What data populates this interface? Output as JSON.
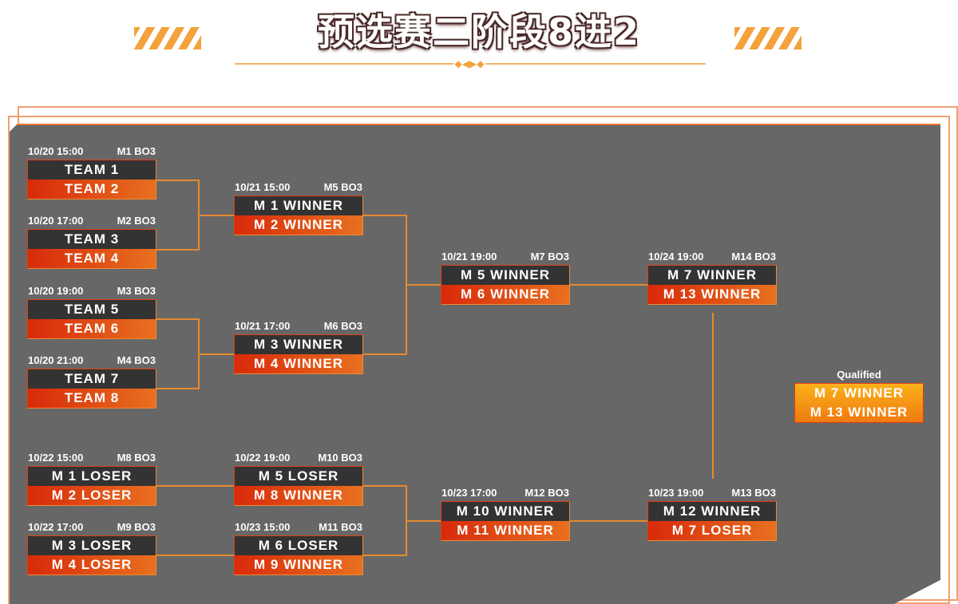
{
  "title": "预选赛二阶段8进2",
  "colors": {
    "accent": "#f08a30",
    "panel": "#676767",
    "dark_row": "#333333",
    "orange_row": "#e04a10"
  },
  "matches": [
    {
      "id": "m1",
      "time": "10/20 15:00",
      "code": "M1 BO3",
      "top": "TEAM 1",
      "bottom": "TEAM 2"
    },
    {
      "id": "m2",
      "time": "10/20 17:00",
      "code": "M2 BO3",
      "top": "TEAM 3",
      "bottom": "TEAM 4"
    },
    {
      "id": "m3",
      "time": "10/20 19:00",
      "code": "M3 BO3",
      "top": "TEAM 5",
      "bottom": "TEAM 6"
    },
    {
      "id": "m4",
      "time": "10/20 21:00",
      "code": "M4 BO3",
      "top": "TEAM 7",
      "bottom": "TEAM 8"
    },
    {
      "id": "m5",
      "time": "10/21 15:00",
      "code": "M5 BO3",
      "top": "M 1 WINNER",
      "bottom": "M 2 WINNER"
    },
    {
      "id": "m6",
      "time": "10/21 17:00",
      "code": "M6 BO3",
      "top": "M 3 WINNER",
      "bottom": "M 4 WINNER"
    },
    {
      "id": "m7",
      "time": "10/21 19:00",
      "code": "M7 BO3",
      "top": "M 5 WINNER",
      "bottom": "M 6 WINNER"
    },
    {
      "id": "m14",
      "time": "10/24 19:00",
      "code": "M14 BO3",
      "top": "M 7 WINNER",
      "bottom": "M 13 WINNER"
    },
    {
      "id": "m8",
      "time": "10/22 15:00",
      "code": "M8 BO3",
      "top": "M 1 LOSER",
      "bottom": "M 2 LOSER"
    },
    {
      "id": "m9",
      "time": "10/22 17:00",
      "code": "M9 BO3",
      "top": "M 3 LOSER",
      "bottom": "M 4 LOSER"
    },
    {
      "id": "m10",
      "time": "10/22 19:00",
      "code": "M10 BO3",
      "top": "M 5 LOSER",
      "bottom": "M 8 WINNER"
    },
    {
      "id": "m11",
      "time": "10/23 15:00",
      "code": "M11 BO3",
      "top": "M 6 LOSER",
      "bottom": "M 9 WINNER"
    },
    {
      "id": "m12",
      "time": "10/23 17:00",
      "code": "M12 BO3",
      "top": "M 10 WINNER",
      "bottom": "M 11 WINNER"
    },
    {
      "id": "m13",
      "time": "10/23 19:00",
      "code": "M13 BO3",
      "top": "M 12 WINNER",
      "bottom": "M 7 LOSER"
    }
  ],
  "qualified": {
    "label": "Qualified",
    "first": "M 7 WINNER",
    "second": "M 13 WINNER"
  }
}
